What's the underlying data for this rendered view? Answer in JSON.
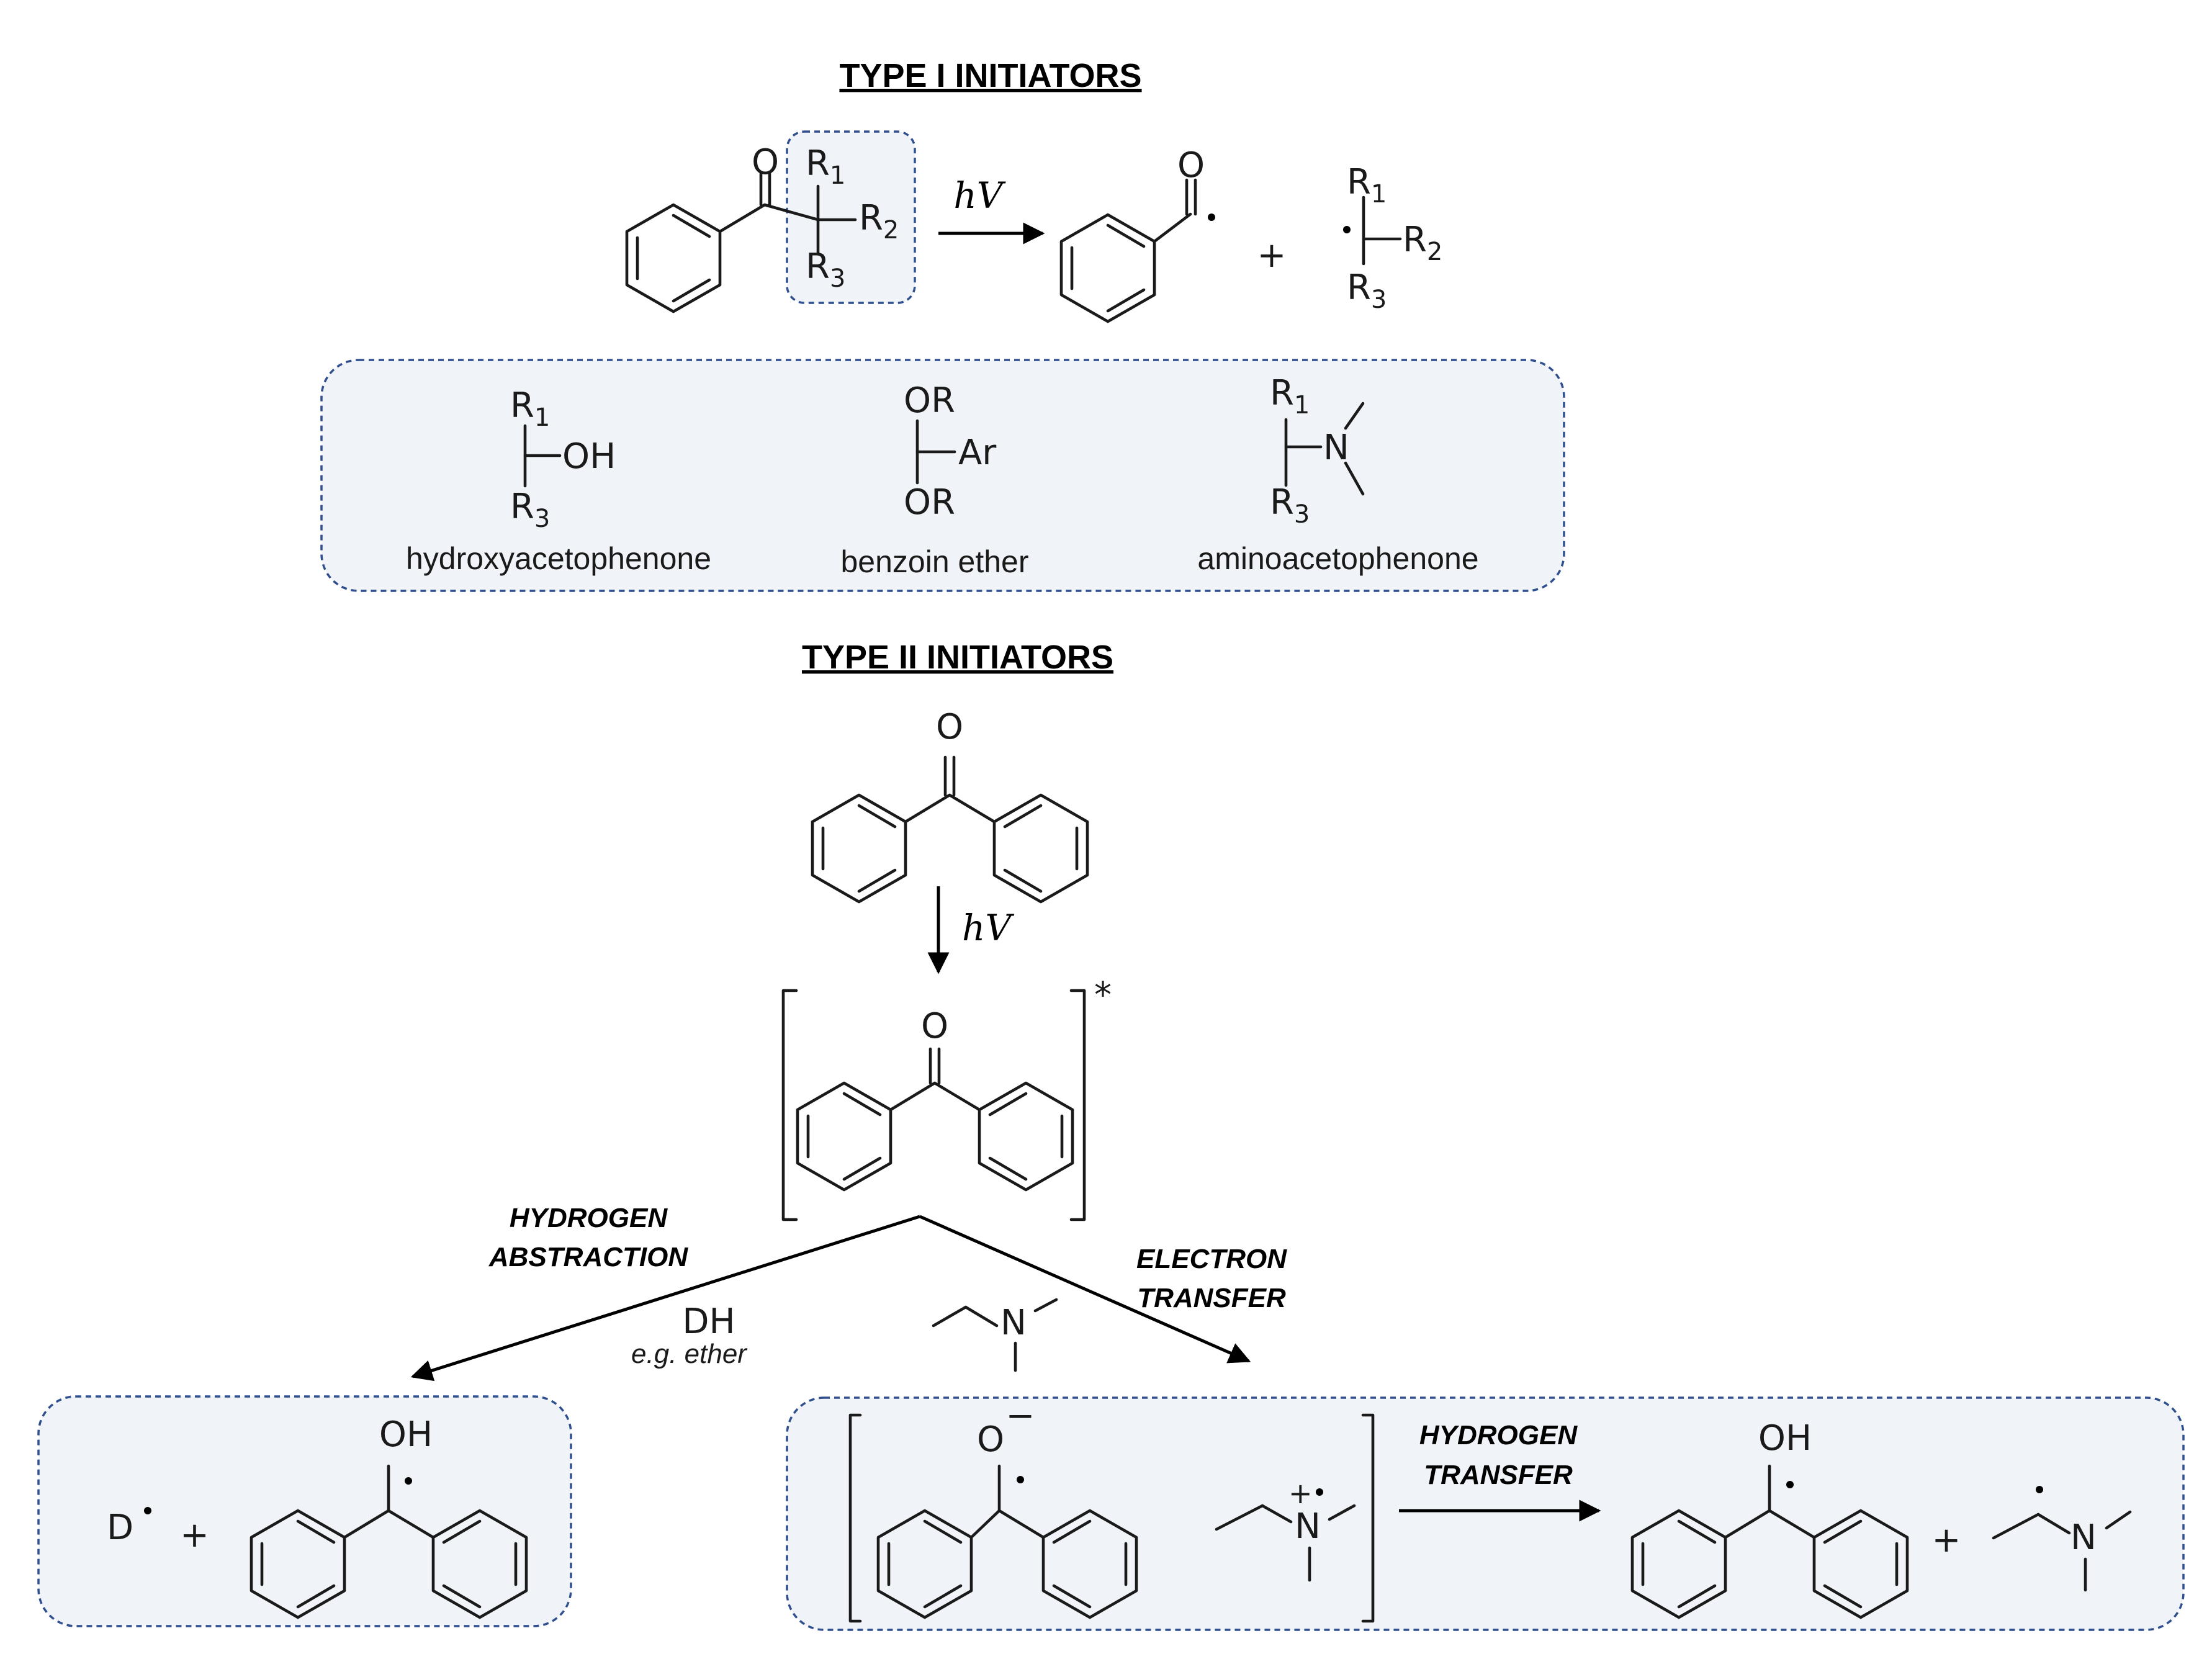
{
  "type_i": {
    "heading": "TYPE I INITIATORS",
    "light": "hV",
    "reactant": {
      "o": "O",
      "r1": "R",
      "r1_sub": "1",
      "r2": "R",
      "r2_sub": "2",
      "r3": "R",
      "r3_sub": "3"
    },
    "product_o": "O",
    "plus": "+",
    "radical": {
      "r1": "R",
      "r1_sub": "1",
      "r2": "R",
      "r2_sub": "2",
      "r3": "R",
      "r3_sub": "3"
    },
    "examples": [
      {
        "name": "hydroxyacetophenone",
        "top": "R",
        "top_sub": "1",
        "side": "OH",
        "bottom": "R",
        "bottom_sub": "3"
      },
      {
        "name": "benzoin ether",
        "top": "OR",
        "side": "Ar",
        "bottom": "OR"
      },
      {
        "name": "aminoacetophenone",
        "top": "R",
        "top_sub": "1",
        "side": "N",
        "bottom": "R",
        "bottom_sub": "3"
      }
    ]
  },
  "type_ii": {
    "heading": "TYPE II INITIATORS",
    "benzophenone_o": "O",
    "light": "hV",
    "excited_o": "O",
    "excited_mark": "*",
    "path_left": {
      "label_line1": "HYDROGEN",
      "label_line2": "ABSTRACTION",
      "reagent": "DH",
      "example": "e.g. ether"
    },
    "path_right": {
      "label_line1": "ELECTRON",
      "label_line2": "TRANSFER",
      "amine_n": "N"
    },
    "left_product": {
      "d": "D",
      "plus": "+",
      "oh": "OH"
    },
    "right_product": {
      "anion_o": "O",
      "anion_charge": "−",
      "cation_n": "N",
      "cation_charge": "+",
      "transfer_line1": "HYDROGEN",
      "transfer_line2": "TRANSFER",
      "ketyl_oh": "OH",
      "plus": "+",
      "amine_n": "N"
    }
  }
}
